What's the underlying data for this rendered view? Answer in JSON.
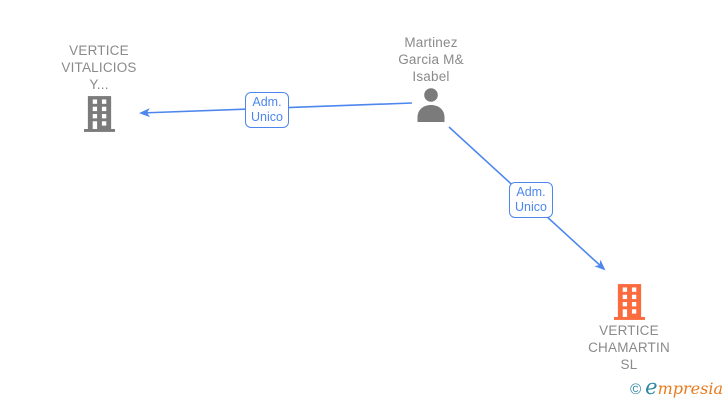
{
  "diagram": {
    "entities": [
      {
        "id": "vertice-vitalicios",
        "type": "company",
        "icon": "building-icon",
        "label": "VERTICE VITALICIOS Y...",
        "label_lines": [
          "VERTICE",
          "VITALICIOS",
          "Y..."
        ]
      },
      {
        "id": "martinez-garcia-m-isabel",
        "type": "person",
        "icon": "person-icon",
        "label": "Martinez Garcia M& Isabel",
        "label_lines": [
          "Martinez",
          "Garcia M&",
          "Isabel"
        ]
      },
      {
        "id": "vertice-chamartin-sl",
        "type": "company",
        "icon": "building-icon",
        "label": "VERTICE CHAMARTIN SL",
        "label_lines": [
          "VERTICE",
          "CHAMARTIN",
          "SL"
        ]
      }
    ],
    "edges": [
      {
        "from": "martinez-garcia-m-isabel",
        "to": "vertice-vitalicios",
        "label": "Adm. Unico",
        "label_lines": [
          "Adm.",
          "Unico"
        ]
      },
      {
        "from": "martinez-garcia-m-isabel",
        "to": "vertice-chamartin-sl",
        "label": "Adm. Unico",
        "label_lines": [
          "Adm.",
          "Unico"
        ]
      }
    ]
  },
  "footer": {
    "copyright": "©",
    "brand_e": "e",
    "brand_rest": "mpresia"
  },
  "colors": {
    "accent-blue": "#4d87ee",
    "text-gray": "#8a8a8a",
    "icon-gray": "#7b7b7b",
    "icon-orange": "#fb6b3e",
    "brand-teal": "#2b87a3",
    "brand-orange": "#e87a1c",
    "background": "#ffffff"
  }
}
